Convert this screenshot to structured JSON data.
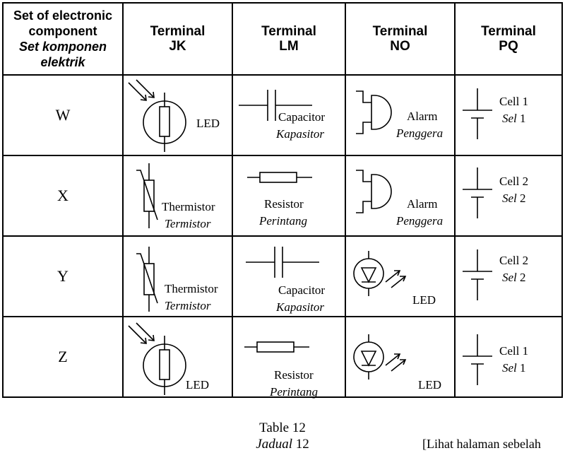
{
  "header": {
    "first_line1": "Set of electronic",
    "first_line2": "component",
    "first_line3": "Set komponen",
    "first_line4": "elektrik",
    "columns": [
      {
        "line1": "Terminal",
        "line2": "JK"
      },
      {
        "line1": "Terminal",
        "line2": "LM"
      },
      {
        "line1": "Terminal",
        "line2": "NO"
      },
      {
        "line1": "Terminal",
        "line2": "PQ"
      }
    ]
  },
  "rows": [
    {
      "set": "W",
      "jk": {
        "symbol": "led-icon",
        "en": "LED"
      },
      "lm": {
        "symbol": "capacitor-icon",
        "en": "Capacitor",
        "ms": "Kapasitor"
      },
      "no": {
        "symbol": "alarm-icon",
        "en": "Alarm",
        "ms": "Penggera"
      },
      "pq": {
        "symbol": "cell-icon",
        "en": "Cell 1",
        "ms_word": "Sel",
        "ms_num": "1"
      }
    },
    {
      "set": "X",
      "jk": {
        "symbol": "thermistor-icon",
        "en": "Thermistor",
        "ms": "Termistor"
      },
      "lm": {
        "symbol": "resistor-icon",
        "en": "Resistor",
        "ms": "Perintang"
      },
      "no": {
        "symbol": "alarm-icon",
        "en": "Alarm",
        "ms": "Penggera"
      },
      "pq": {
        "symbol": "cell-icon",
        "en": "Cell 2",
        "ms_word": "Sel",
        "ms_num": "2"
      }
    },
    {
      "set": "Y",
      "jk": {
        "symbol": "thermistor-icon",
        "en": "Thermistor",
        "ms": "Termistor"
      },
      "lm": {
        "symbol": "capacitor-icon",
        "en": "Capacitor",
        "ms": "Kapasitor"
      },
      "no": {
        "symbol": "led-icon",
        "en": "LED"
      },
      "pq": {
        "symbol": "cell-icon",
        "en": "Cell 2",
        "ms_word": "Sel",
        "ms_num": "2"
      }
    },
    {
      "set": "Z",
      "jk": {
        "symbol": "led-icon",
        "en": "LED"
      },
      "lm": {
        "symbol": "resistor-icon",
        "en": "Resistor",
        "ms": "Perintang"
      },
      "no": {
        "symbol": "led-icon",
        "en": "LED"
      },
      "pq": {
        "symbol": "cell-icon",
        "en": "Cell 1",
        "ms_word": "Sel",
        "ms_num": "1"
      }
    }
  ],
  "caption": {
    "en": "Table 12",
    "ms_word": "Jadual",
    "ms_num": "12"
  },
  "footer": "[Lihat halaman sebelah"
}
